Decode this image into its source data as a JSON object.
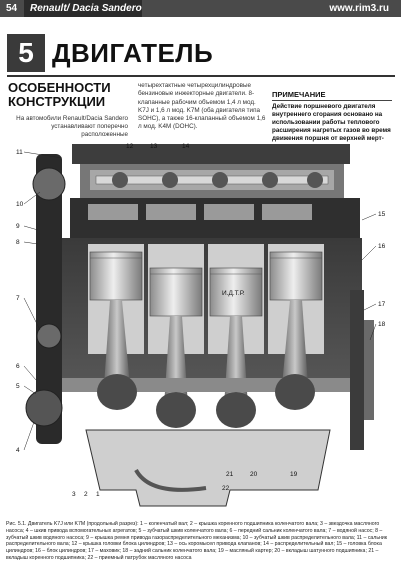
{
  "header": {
    "page_number": "54",
    "brand": "Renault/ Dacia Sandero",
    "site": "www.rim3.ru"
  },
  "chapter": {
    "number": "5",
    "title": "ДВИГАТЕЛЬ"
  },
  "section": {
    "title": "ОСОБЕННОСТИ КОНСТРУКЦИИ",
    "intro_left": "На автомобили Renault/Dacia Sandero устанавливают поперечно расположенные",
    "intro_middle": "четырехтактные четырехцилиндровые бензиновые инжекторные двигатели. 8-клапанные рабочим объемом 1,4 л мод. K7J и 1,6 л мод. K7M (оба двигателя типа SOHC), а также 16-клапанный объемом 1,6 л мод. K4M (DOHC)."
  },
  "note": {
    "heading": "ПРИМЕЧАНИЕ",
    "text": "Действие поршневого двигателя внутреннего сгорания основано на использовании работы теплового расширения нагретых газов во время движения поршня от верхней мерт-"
  },
  "figure": {
    "piston_marking": "И.Д.Т.Р.",
    "callouts": [
      "1",
      "2",
      "3",
      "4",
      "5",
      "6",
      "7",
      "8",
      "9",
      "10",
      "11",
      "12",
      "13",
      "14",
      "15",
      "16",
      "17",
      "18",
      "19",
      "20",
      "21",
      "22"
    ],
    "caption": "Рис. 5.1. Двигатель K7J или K7M (продольный разрез): 1 – коленчатый вал; 2 – крышка коренного подшипника коленчатого вала; 3 – звездочка масляного насоса; 4 – шкив привода вспомогательных агрегатов; 5 – зубчатый шкив коленчатого вала; 6 – передний сальник коленчатого вала; 7 – водяной насос; 8 – зубчатый шкив водяного насоса; 9 – крышка ремня привода газораспределительного механизма; 10 – зубчатый шкив распределительного вала; 11 – сальник распределительного вала; 12 – крышка головки блока цилиндров; 13 – ось коромысел привода клапанов; 14 – распределительный вал; 15 – головка блока цилиндров; 16 – блок цилиндров; 17 – маховик; 18 – задний сальник коленчатого вала; 19 – масляный картер; 20 – вкладыш шатунного подшипника; 21 – вкладыш коренного подшипника; 22 – приемный патрубок масляного насоса"
  }
}
